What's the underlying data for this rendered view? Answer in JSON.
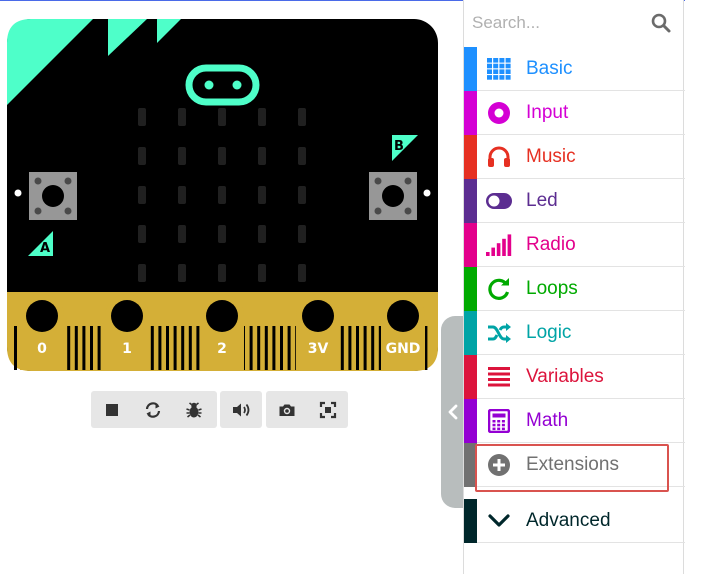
{
  "simulator": {
    "pins": [
      "0",
      "1",
      "2",
      "3V",
      "GND"
    ],
    "button_a": "A",
    "button_b": "B",
    "toolbar": [
      {
        "name": "stop-icon",
        "title": "stop"
      },
      {
        "name": "restart-icon",
        "title": "restart"
      },
      {
        "name": "debug-icon",
        "title": "debug"
      },
      {
        "name": "mute-icon",
        "title": "mute"
      },
      {
        "name": "screenshot-icon",
        "title": "screenshot"
      },
      {
        "name": "fullscreen-icon",
        "title": "fullscreen"
      }
    ]
  },
  "search": {
    "placeholder": "Search..."
  },
  "categories": [
    {
      "label": "Basic",
      "color": "#1e90ff",
      "icon": "grid-icon"
    },
    {
      "label": "Input",
      "color": "#d400d4",
      "icon": "radio-button-icon"
    },
    {
      "label": "Music",
      "color": "#e63022",
      "icon": "headphones-icon"
    },
    {
      "label": "Led",
      "color": "#5c2d91",
      "icon": "toggle-icon"
    },
    {
      "label": "Radio",
      "color": "#e3008c",
      "icon": "signal-bars-icon"
    },
    {
      "label": "Loops",
      "color": "#00aa00",
      "icon": "refresh-icon"
    },
    {
      "label": "Logic",
      "color": "#00a4a6",
      "icon": "shuffle-icon"
    },
    {
      "label": "Variables",
      "color": "#dc143c",
      "icon": "list-icon"
    },
    {
      "label": "Math",
      "color": "#9400d3",
      "icon": "calculator-icon"
    },
    {
      "label": "Extensions",
      "color": "#717171",
      "icon": "plus-circle-icon"
    }
  ],
  "advanced": {
    "label": "Advanced",
    "color": "#00272b",
    "icon": "chevron-down-icon"
  }
}
